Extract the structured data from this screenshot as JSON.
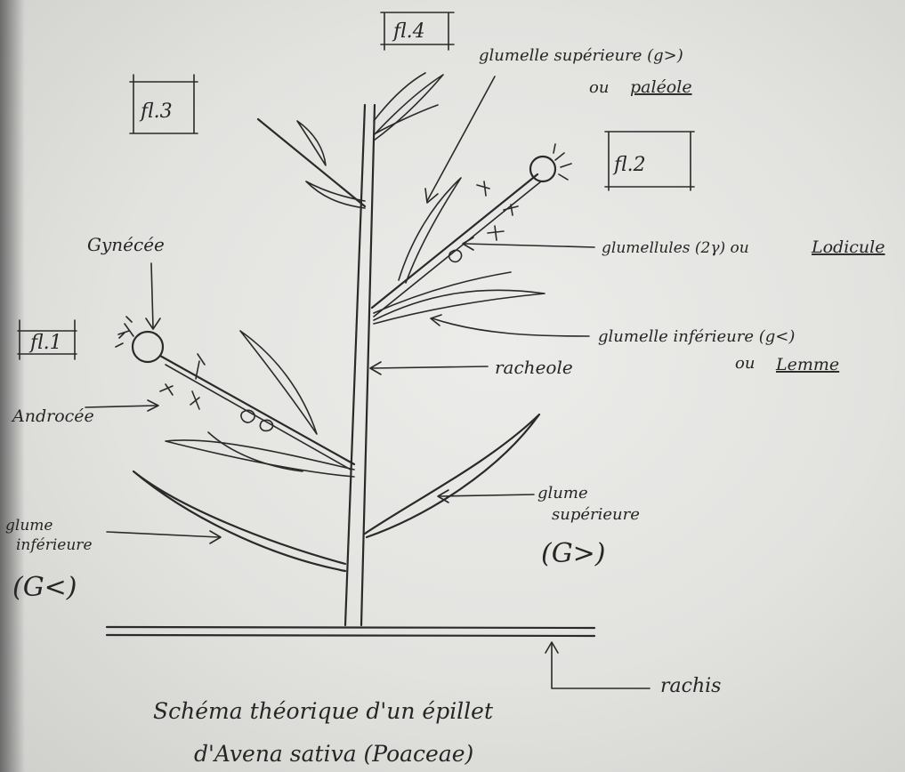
{
  "labels": {
    "fl1": "fl.1",
    "fl2": "fl.2",
    "fl3": "fl.3",
    "fl4": "fl.4",
    "gynecee": "Gynécée",
    "androcee": "Androcée",
    "glume_inf_1": "glume",
    "glume_inf_2": "inférieure",
    "glume_inf_3": "(G<)",
    "glume_sup_1": "glume",
    "glume_sup_2": "supérieure",
    "glume_sup_3": "(G>)",
    "glumelle_sup_1": "glumelle supérieure (g>)",
    "glumelle_sup_2": "ou",
    "glumelle_sup_3": "paléole",
    "glumellules_1": "glumellules (2γ) ou",
    "glumellules_2": "Lodicule",
    "glumelle_inf_1": "glumelle inférieure (g<)",
    "glumelle_inf_2": "ou",
    "glumelle_inf_3": "Lemme",
    "racheole": "racheole",
    "rachis": "rachis",
    "title_1": "Schéma théorique d'un épillet",
    "title_2": "d'Avena sativa (Poaceae)"
  }
}
